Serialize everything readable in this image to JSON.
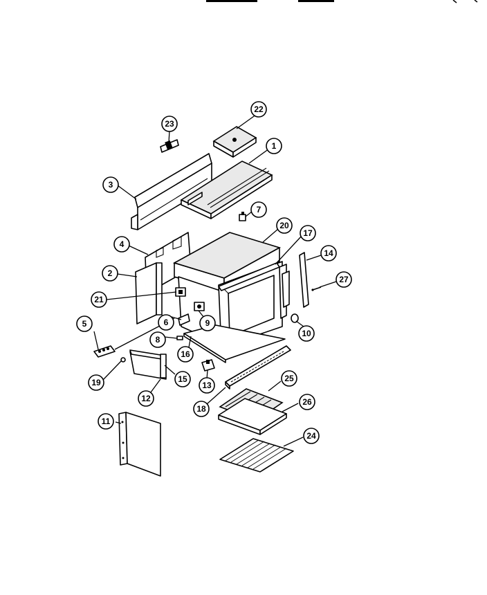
{
  "header": {
    "dash_marks": [
      "——",
      "——"
    ]
  },
  "callouts": [
    {
      "id": "22",
      "label": "22"
    },
    {
      "id": "23",
      "label": "23"
    },
    {
      "id": "1",
      "label": "1"
    },
    {
      "id": "3",
      "label": "3"
    },
    {
      "id": "7",
      "label": "7"
    },
    {
      "id": "20",
      "label": "20"
    },
    {
      "id": "17",
      "label": "17"
    },
    {
      "id": "4",
      "label": "4"
    },
    {
      "id": "14",
      "label": "14"
    },
    {
      "id": "2",
      "label": "2"
    },
    {
      "id": "27",
      "label": "27"
    },
    {
      "id": "21",
      "label": "21"
    },
    {
      "id": "6",
      "label": "6"
    },
    {
      "id": "9",
      "label": "9"
    },
    {
      "id": "5",
      "label": "5"
    },
    {
      "id": "10",
      "label": "10"
    },
    {
      "id": "8",
      "label": "8"
    },
    {
      "id": "16",
      "label": "16"
    },
    {
      "id": "15",
      "label": "15"
    },
    {
      "id": "19",
      "label": "19"
    },
    {
      "id": "12",
      "label": "12"
    },
    {
      "id": "13",
      "label": "13"
    },
    {
      "id": "25",
      "label": "25"
    },
    {
      "id": "18",
      "label": "18"
    },
    {
      "id": "26",
      "label": "26"
    },
    {
      "id": "11",
      "label": "11"
    },
    {
      "id": "24",
      "label": "24"
    }
  ]
}
